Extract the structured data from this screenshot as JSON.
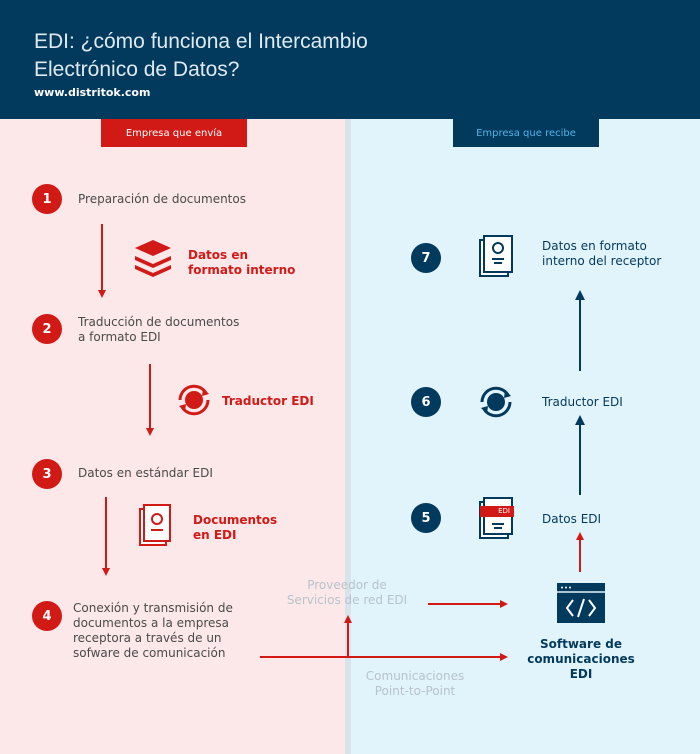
{
  "header": {
    "title_line1": "EDI: ¿cómo funciona el Intercambio",
    "title_line2": "Electrónico de Datos?",
    "url": "www.distritok.com"
  },
  "columns": {
    "sender": "Empresa que envía",
    "receiver": "Empresa que recibe"
  },
  "sender_steps": [
    {
      "number": "1",
      "label": "Preparación de documentos"
    },
    {
      "number": "2",
      "label_line1": "Traducción de documentos",
      "label_line2": "a formato EDI"
    },
    {
      "number": "3",
      "label": "Datos en estándar EDI"
    },
    {
      "number": "4",
      "label_line1": "Conexión y transmisión de",
      "label_line2": "documentos a la empresa",
      "label_line3": "receptora a través de un",
      "label_line4": "sofware de comunicación"
    }
  ],
  "sender_items": {
    "internal_line1": "Datos en",
    "internal_line2": "formato interno",
    "translator": "Traductor EDI",
    "docs_line1": "Documentos",
    "docs_line2": "en EDI"
  },
  "receiver_steps": [
    {
      "number": "7",
      "label_line1": "Datos en formato",
      "label_line2": "interno del receptor"
    },
    {
      "number": "6",
      "label": "Traductor EDI"
    },
    {
      "number": "5",
      "label": "Datos EDI",
      "badge": "EDI"
    }
  ],
  "network": {
    "van_line1": "Proveedor de",
    "van_line2": "Servicios de red EDI",
    "p2p_line1": "Comunicaciones",
    "p2p_line2": "Point-to-Point",
    "software_line1": "Software de",
    "software_line2": "comunicaciones EDI"
  }
}
